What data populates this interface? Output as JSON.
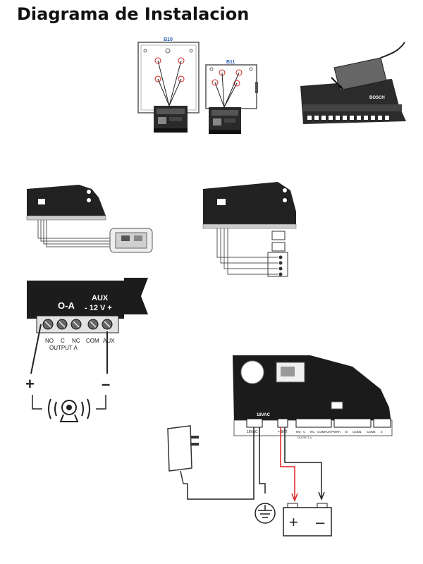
{
  "title": "Diagrama de Instalacion",
  "enclosures": {
    "b10_label": "B10",
    "b11_label": "B11"
  },
  "brand": "BOSCH",
  "output_terminal": {
    "output_symbol": "O-A",
    "aux_label": "AUX",
    "aux_voltage": "- 12 V +",
    "terminals": [
      "NO",
      "C",
      "NC",
      "COM",
      "AUX"
    ],
    "output_name": "OUTPUT A",
    "plus": "+",
    "minus": "–"
  },
  "power_diagram": {
    "vac_label": "18VAC",
    "bat_label": "+ BAT",
    "ground_label": "⏚",
    "battery_plus": "+",
    "battery_minus": "–",
    "terminal_labels": [
      "NO",
      "C",
      "NC",
      "COM",
      "AUX",
      "PWR",
      "A",
      "B",
      "COM",
      "1",
      "COM",
      "2",
      "3"
    ],
    "output_label": "OUTPUT A"
  }
}
